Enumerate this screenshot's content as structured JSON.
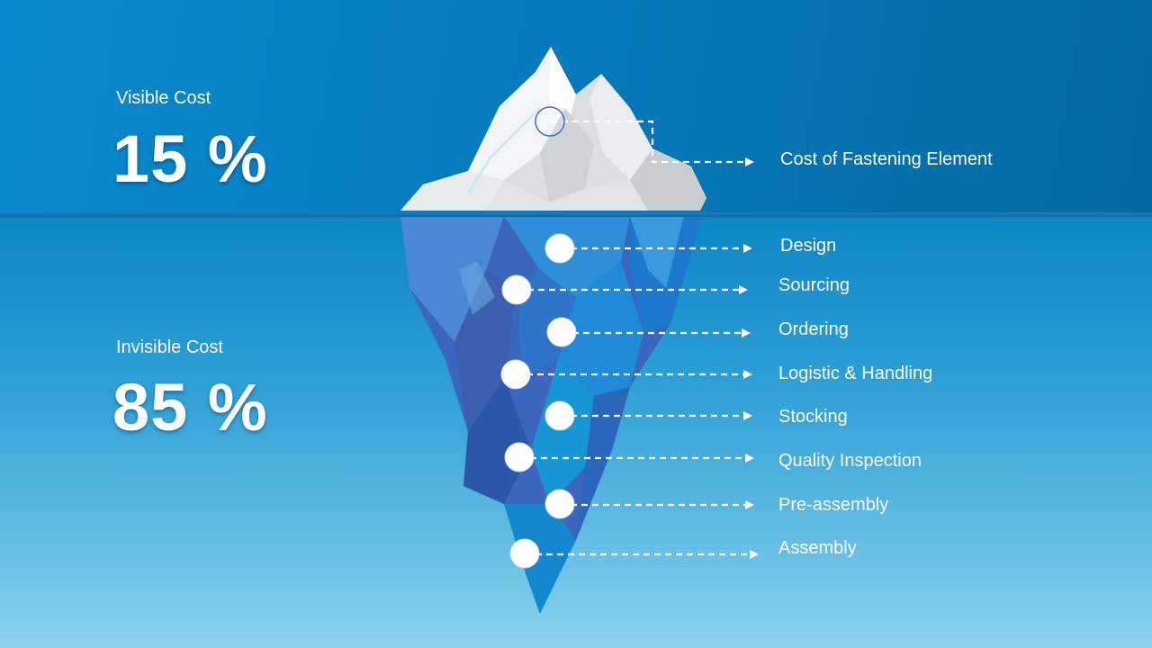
{
  "visible": {
    "label": "Visible Cost",
    "percent": "15 %",
    "item": "Cost of Fastening Element"
  },
  "invisible": {
    "label": "Invisible Cost",
    "percent": "85 %",
    "items": [
      "Design",
      "Sourcing",
      "Ordering",
      "Logistic & Handling",
      "Stocking",
      "Quality Inspection",
      "Pre-assembly",
      "Assembly"
    ]
  },
  "colors": {
    "sky": "#0577b8",
    "sea_top": "#0c86c6",
    "sea_bottom": "#8ad3ec",
    "ice_above": "#e6e8ea",
    "ice_below": "#2f63b8"
  }
}
